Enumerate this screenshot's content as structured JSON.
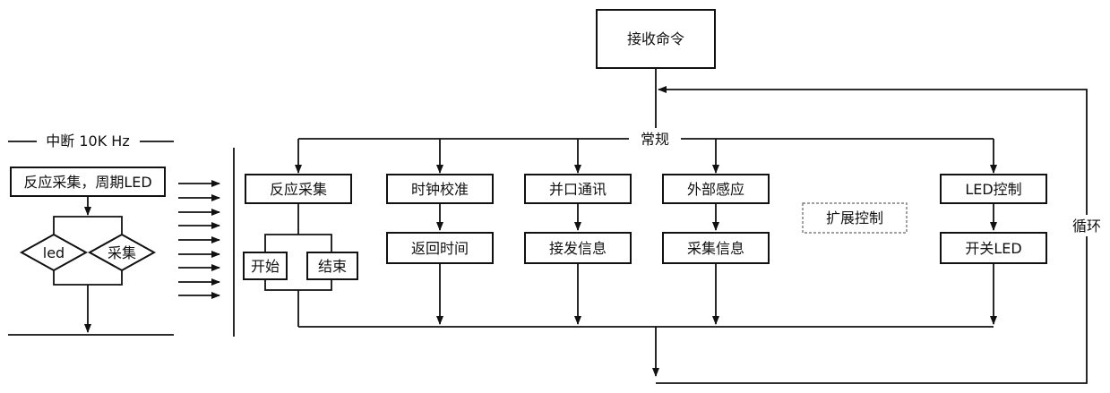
{
  "nodes": {
    "receive_cmd": "接收命令",
    "routine": "常规",
    "loop": "循环",
    "interrupt": "中断 10K Hz",
    "interrupt_task": "反应采集，周期LED",
    "led": "led",
    "collect": "采集",
    "react_collect": "反应采集",
    "start": "开始",
    "end": "结束",
    "clock_calib": "时钟校准",
    "return_time": "返回时间",
    "parallel_comm": "并口通讯",
    "send_recv_info": "接发信息",
    "external_sense": "外部感应",
    "collect_info": "采集信息",
    "ext_control": "扩展控制",
    "led_control": "LED控制",
    "switch_led": "开关LED"
  },
  "colors": {
    "line": "#111111",
    "dashed_border": "#666666"
  }
}
